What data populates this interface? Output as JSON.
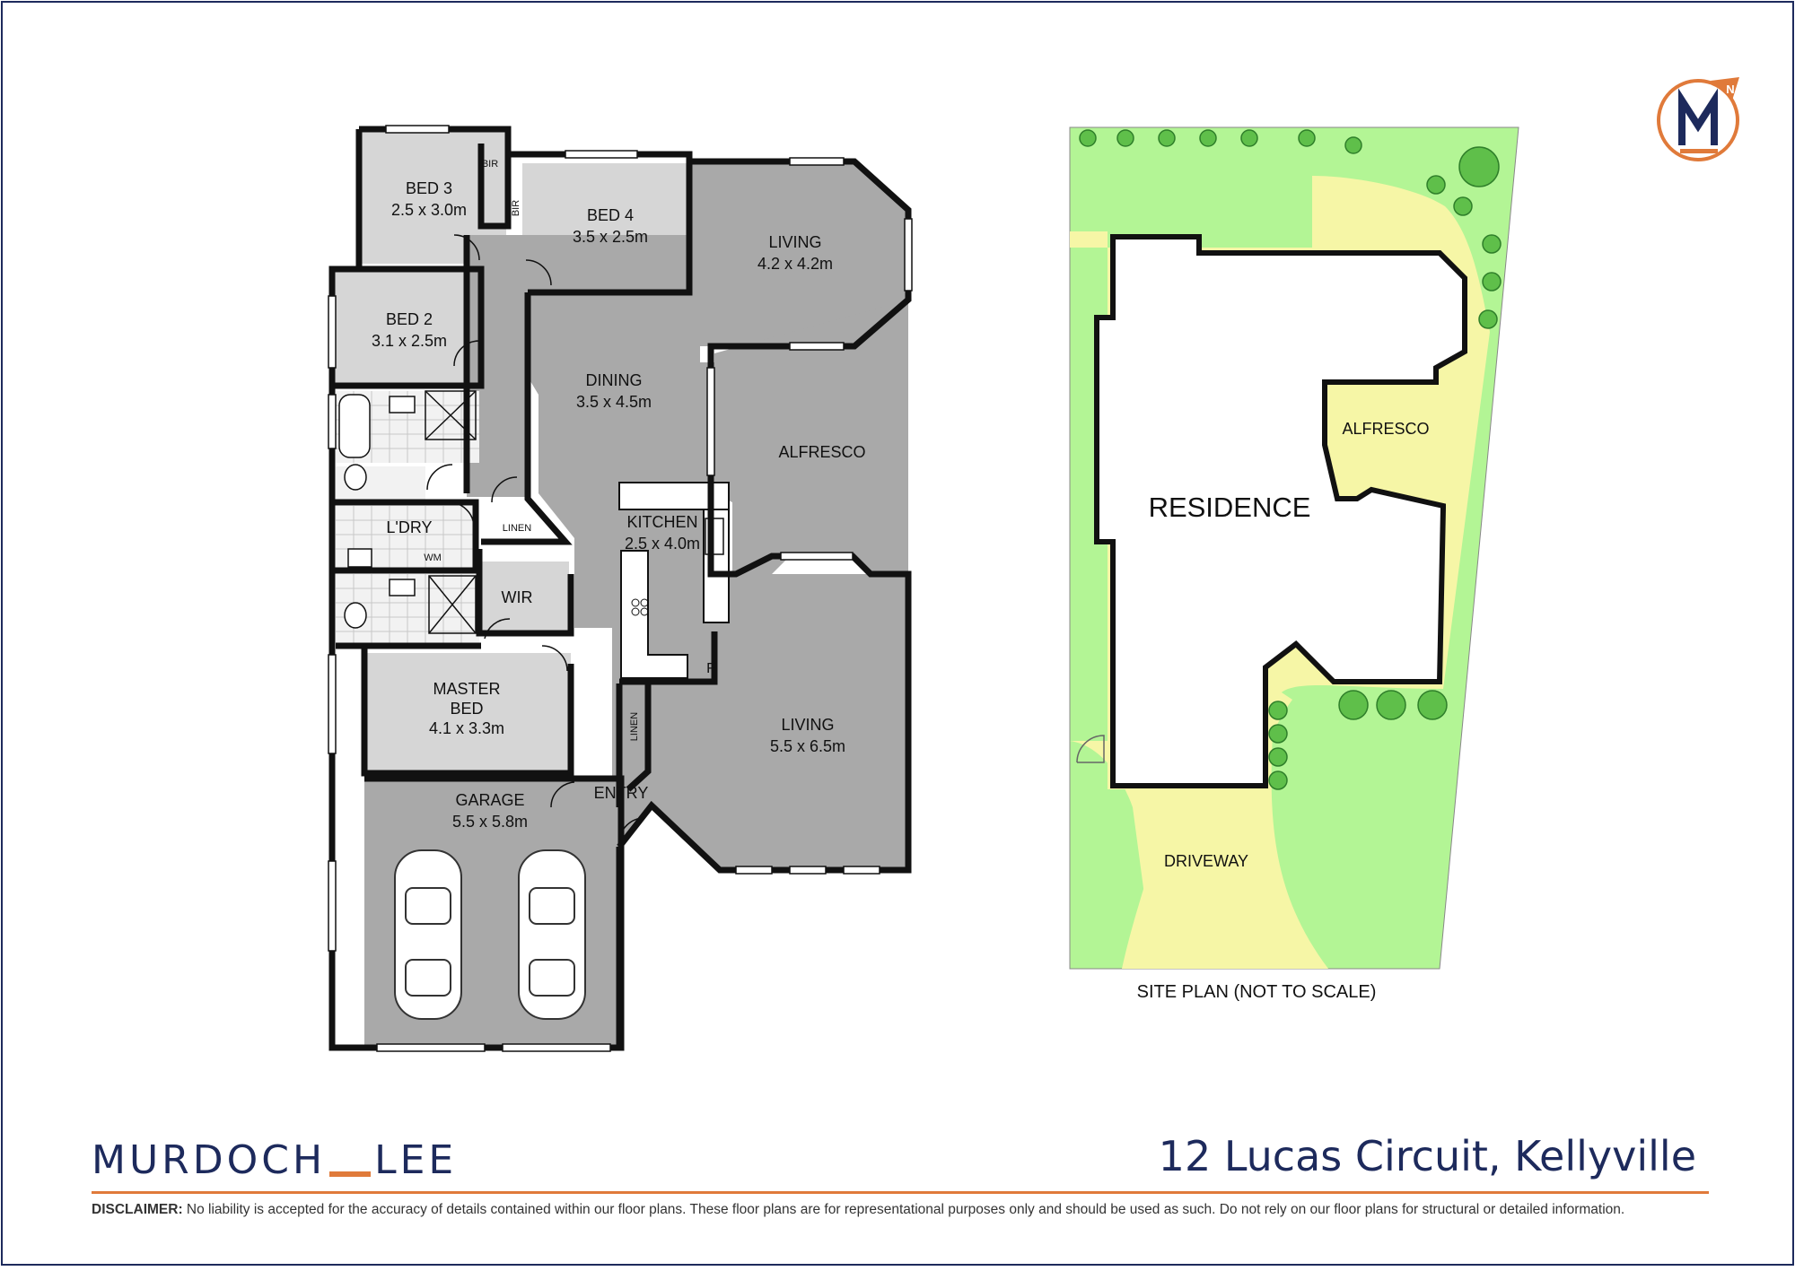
{
  "floor_plan": {
    "rooms": [
      {
        "name": "BED 3",
        "size": "2.5 x 3.0m"
      },
      {
        "name": "BED 4",
        "size": "3.5 x 2.5m"
      },
      {
        "name": "LIVING",
        "size": "4.2 x 4.2m"
      },
      {
        "name": "BED 2",
        "size": "3.1 x 2.5m"
      },
      {
        "name": "DINING",
        "size": "3.5 x 4.5m"
      },
      {
        "name": "ALFRESCO",
        "size": ""
      },
      {
        "name": "KITCHEN",
        "size": "2.5 x 4.0m"
      },
      {
        "name": "L'DRY",
        "size": ""
      },
      {
        "name": "WIR",
        "size": ""
      },
      {
        "name": "MASTER",
        "name2": "BED",
        "size": "4.1 x 3.3m"
      },
      {
        "name": "LIVING",
        "size": "5.5 x 6.5m"
      },
      {
        "name": "GARAGE",
        "size": "5.5 x 5.8m"
      }
    ],
    "small_labels": {
      "bir_top": "BIR",
      "bir_side": "BIR",
      "linen_hall": "LINEN",
      "linen_entry": "LINEN",
      "wm": "WM",
      "fridge": "F",
      "entry": "ENTRY"
    }
  },
  "site_plan": {
    "residence": "RESIDENCE",
    "alfresco": "ALFRESCO",
    "driveway": "DRIVEWAY",
    "caption": "SITE PLAN (NOT TO SCALE)"
  },
  "footer": {
    "brand_left": "MURDOCH",
    "brand_right": "LEE",
    "address": "12 Lucas Circuit, Kellyville",
    "disclaimer_label": "DISCLAIMER:",
    "disclaimer_text": " No liability is accepted for the accuracy of details contained within our floor plans. These floor plans are for representational purposes only and should be used as such. Do not rely on our floor plans for structural or detailed information."
  },
  "logo": {
    "letter": "M",
    "north": "N"
  },
  "colors": {
    "wall": "#111111",
    "room_grey": "#a9a9a9",
    "room_light": "#d6d6d6",
    "lawn": "#b3f595",
    "paving": "#f6f6a6",
    "brand_navy": "#1d2a5c",
    "accent_orange": "#e07a3a"
  }
}
